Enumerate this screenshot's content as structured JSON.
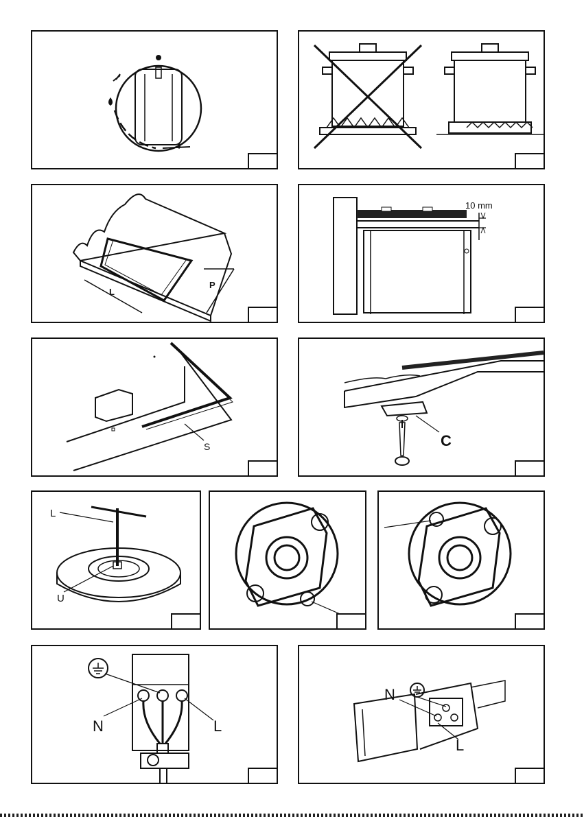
{
  "figures": [
    {
      "id": "control-knob",
      "labels": []
    },
    {
      "id": "pan-on-burner",
      "labels": []
    },
    {
      "id": "worktop-cutout",
      "labels": [
        "L",
        "P"
      ]
    },
    {
      "id": "installation-clearance",
      "labels": [
        "10 mm"
      ]
    },
    {
      "id": "seal-strip",
      "labels": [
        "S"
      ]
    },
    {
      "id": "fixing-clamp",
      "labels": [
        "C"
      ]
    },
    {
      "id": "burner-adjustment",
      "labels": [
        "L",
        "U"
      ]
    },
    {
      "id": "injector-left",
      "labels": []
    },
    {
      "id": "injector-right",
      "labels": []
    },
    {
      "id": "terminal-block",
      "labels": [
        "N",
        "L"
      ]
    },
    {
      "id": "terminal-box",
      "labels": [
        "N",
        "L"
      ]
    }
  ]
}
